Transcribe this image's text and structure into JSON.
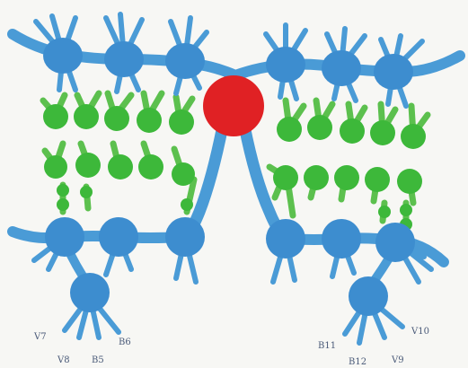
{
  "colors": {
    "background": "#f7f7f4",
    "blue_node": "#3d8dcf",
    "blue_strand": "#4a9bd6",
    "green_node": "#3db83a",
    "green_branch": "#5cc04e",
    "red_node": "#e02124",
    "label": "#4a5a78"
  },
  "labels": {
    "v7": "V7",
    "v8": "V8",
    "b5": "B5",
    "b6": "B6",
    "b11": "B11",
    "b12": "B12",
    "v9": "V9",
    "v10": "V10"
  }
}
